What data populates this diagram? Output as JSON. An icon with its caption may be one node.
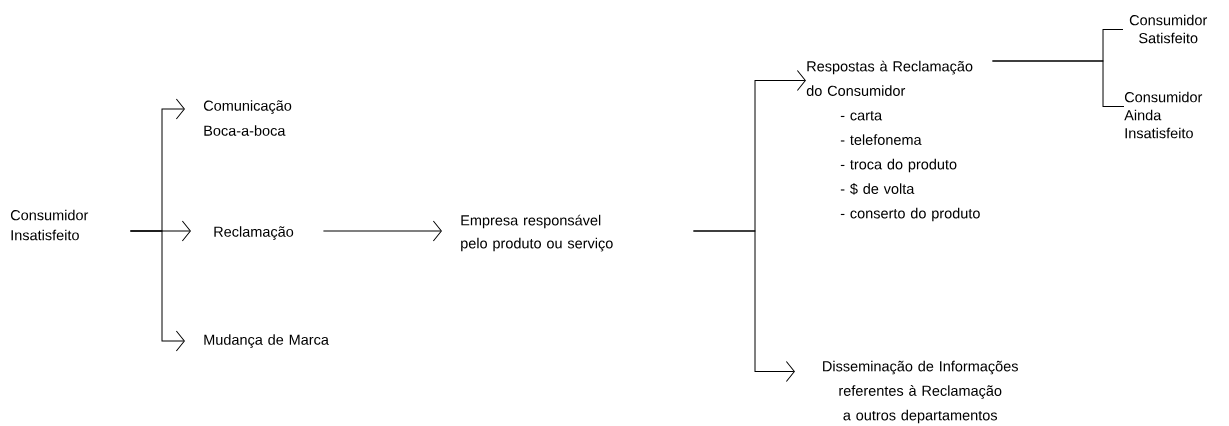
{
  "diagram": {
    "nodes": [
      {
        "text": [
          "Consumidor Insatisfeito"
        ]
      },
      {
        "text": [
          "Comunicação Boca-a-boca"
        ]
      },
      {
        "text": [
          "Reclamação"
        ]
      },
      {
        "text": [
          "Mudança de Marca"
        ]
      },
      {
        "text": [
          "Empresa responsável pelo produto ou serviço"
        ]
      },
      {
        "text": [
          "Respostas à Reclamação do Consumidor",
          "- carta",
          "- telefonema",
          "- troca do produto",
          "- $ de volta",
          "- conserto do produto"
        ]
      },
      {
        "text": [
          "Disseminação de Informações referentes à Reclamação a outros departamentos"
        ]
      },
      {
        "text": [
          "Consumidor Satisfeito"
        ]
      },
      {
        "text": [
          "Consumidor Ainda Insatisfeito"
        ]
      }
    ],
    "edges": [
      {
        "from": 0,
        "to": 1,
        "arrow": "to"
      },
      {
        "from": 0,
        "to": 2,
        "arrow": "to"
      },
      {
        "from": 0,
        "to": 3,
        "arrow": "to"
      },
      {
        "from": 2,
        "to": 4,
        "arrow": "to"
      },
      {
        "from": 4,
        "to": 5,
        "arrow": "to"
      },
      {
        "from": 4,
        "to": 6,
        "arrow": "to"
      },
      {
        "from": 5,
        "to": 7,
        "arrow": "none"
      },
      {
        "from": 5,
        "to": 8,
        "arrow": "none"
      }
    ]
  }
}
